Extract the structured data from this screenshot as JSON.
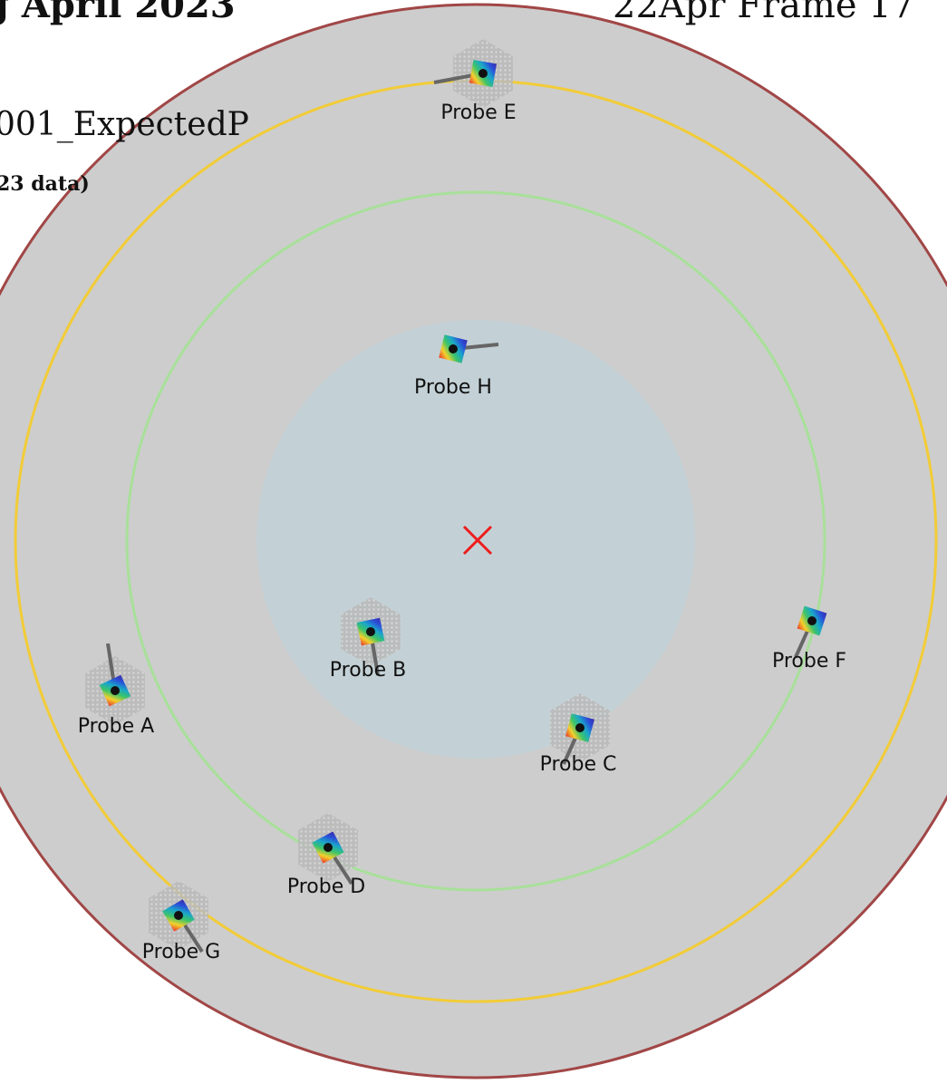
{
  "header": {
    "title_left": "g April 2023",
    "title_right": "22Apr Frame 17",
    "subtitle_line1": "001_ExpectedP",
    "subtitle_line2": "23 data)"
  },
  "colors": {
    "outer_ring_fill": "#cdcdcd",
    "outer_ring_stroke": "#a14646",
    "inner_field_fill": "#c3d1d6",
    "yellow_circle": "#f2cc37",
    "green_circle": "#a8e09a",
    "center_marker": "#ee1c1c",
    "probe_arm": "#666666",
    "probe_hex": "#b6b6b6"
  },
  "center_marker": {
    "icon": "x-mark"
  },
  "probes": [
    {
      "id": "A",
      "label": "Probe A",
      "has_hex": true,
      "arm_dir": "up"
    },
    {
      "id": "B",
      "label": "Probe B",
      "has_hex": true,
      "arm_dir": "down"
    },
    {
      "id": "C",
      "label": "Probe C",
      "has_hex": true,
      "arm_dir": "down-left"
    },
    {
      "id": "D",
      "label": "Probe D",
      "has_hex": true,
      "arm_dir": "down-right"
    },
    {
      "id": "E",
      "label": "Probe E",
      "has_hex": true,
      "arm_dir": "left"
    },
    {
      "id": "F",
      "label": "Probe F",
      "has_hex": false,
      "arm_dir": "down-left"
    },
    {
      "id": "G",
      "label": "Probe G",
      "has_hex": true,
      "arm_dir": "down-right"
    },
    {
      "id": "H",
      "label": "Probe H",
      "has_hex": false,
      "arm_dir": "right"
    }
  ]
}
